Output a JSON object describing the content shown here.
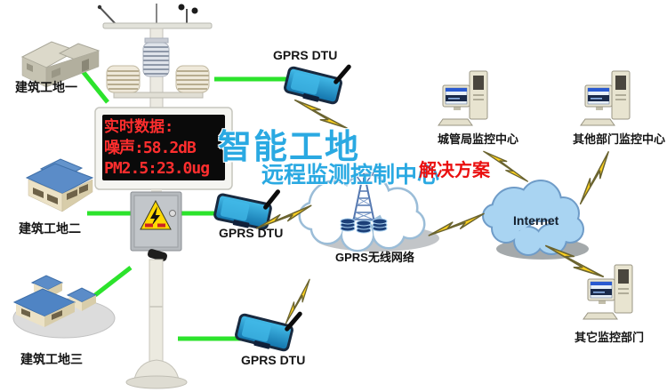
{
  "title": {
    "main": "智能工地",
    "subtitle": "远程监测控制中心",
    "badge": "解决方案"
  },
  "sites": [
    {
      "label": "建筑工地一"
    },
    {
      "label": "建筑工地二"
    },
    {
      "label": "建筑工地三"
    }
  ],
  "station": {
    "display": {
      "line1": "实时数据:",
      "line2": "噪声:58.2dB",
      "line3": "PM2.5:23.0ug"
    }
  },
  "dtus": [
    {
      "label": "GPRS DTU"
    },
    {
      "label": "GPRS DTU"
    },
    {
      "label": "GPRS DTU"
    }
  ],
  "network": {
    "gprs_cloud_label": "GPRS无线网络",
    "internet_cloud_label": "Internet"
  },
  "centers": [
    {
      "label": "城管局监控中心"
    },
    {
      "label": "其他部门监控中心"
    },
    {
      "label": "其它监控部门"
    }
  ],
  "icons": {
    "lightning_link": "lightning-bolt",
    "warning_sign": "electric-hazard-triangle",
    "antenna": "lattice-tower",
    "cloud": "network-cloud"
  },
  "colors": {
    "link_green": "#2ce32c",
    "bolt_yellow": "#ffd21e",
    "title_blue": "#2aa9e2",
    "badge_red": "#ea1010",
    "led_red": "#ff2e2e",
    "led_bg": "#0a0a0a",
    "internet_cloud_fill": "#a9d4f2",
    "gprs_cloud_stroke": "#9bbdd8",
    "roof_blue": "#5b8cc8"
  }
}
